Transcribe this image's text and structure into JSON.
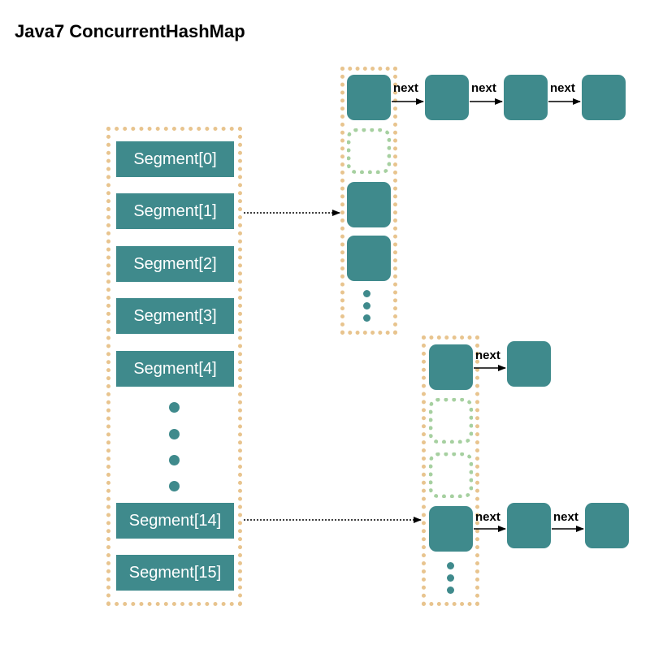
{
  "title": "Java7 ConcurrentHashMap",
  "segments": {
    "s0": "Segment[0]",
    "s1": "Segment[1]",
    "s2": "Segment[2]",
    "s3": "Segment[3]",
    "s4": "Segment[4]",
    "s14": "Segment[14]",
    "s15": "Segment[15]"
  },
  "link_label": "next",
  "colors": {
    "node": "#3f8a8c",
    "segment": "#3f8a8c",
    "container_border": "#e8c48e",
    "empty_slot_border": "#a6d0a0",
    "arrow": "#000000"
  }
}
